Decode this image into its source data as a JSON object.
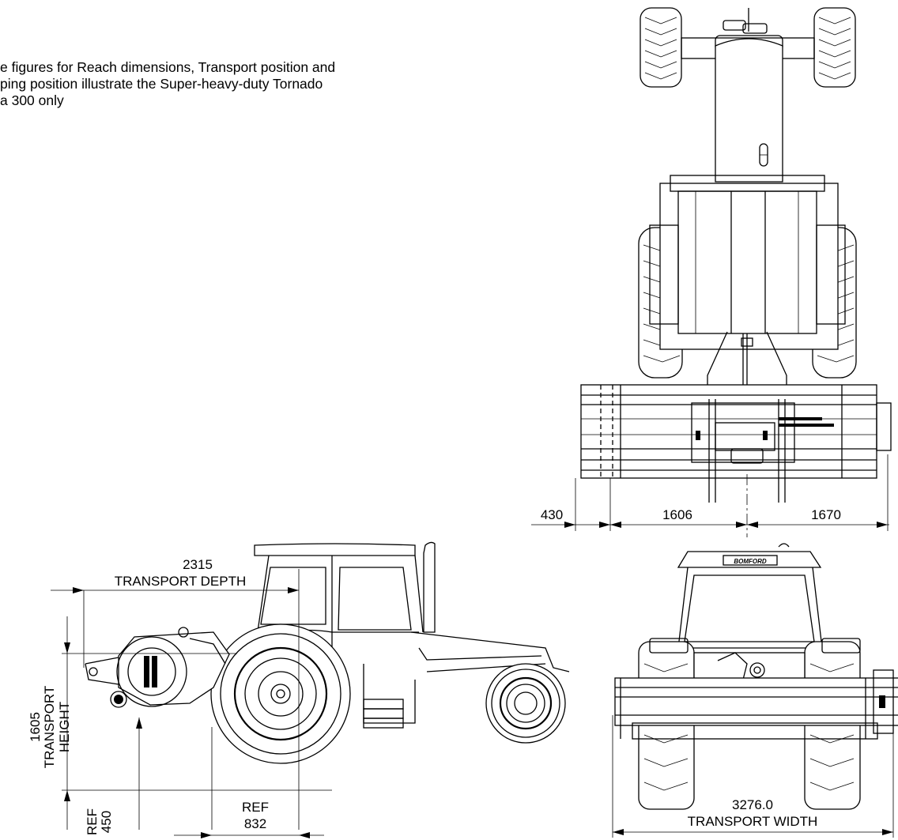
{
  "caption": {
    "line1": "e figures for Reach dimensions, Transport position and",
    "line2": "ping position illustrate the Super-heavy-duty Tornado",
    "line3": "a 300 only"
  },
  "top_view": {
    "dim_left": "430",
    "dim_center": "1606",
    "dim_right": "1670"
  },
  "side_view": {
    "depth_value": "2315",
    "depth_label": "TRANSPORT DEPTH",
    "height_value": "1605",
    "height_label_1": "TRANSPORT",
    "height_label_2": "HEIGHT",
    "ref_left_1": "REF",
    "ref_left_2": "450",
    "ref_right_1": "REF",
    "ref_right_2": "832"
  },
  "front_view": {
    "brand": "BOMFORD",
    "width_value": "3276.0",
    "width_label": "TRANSPORT WIDTH"
  }
}
